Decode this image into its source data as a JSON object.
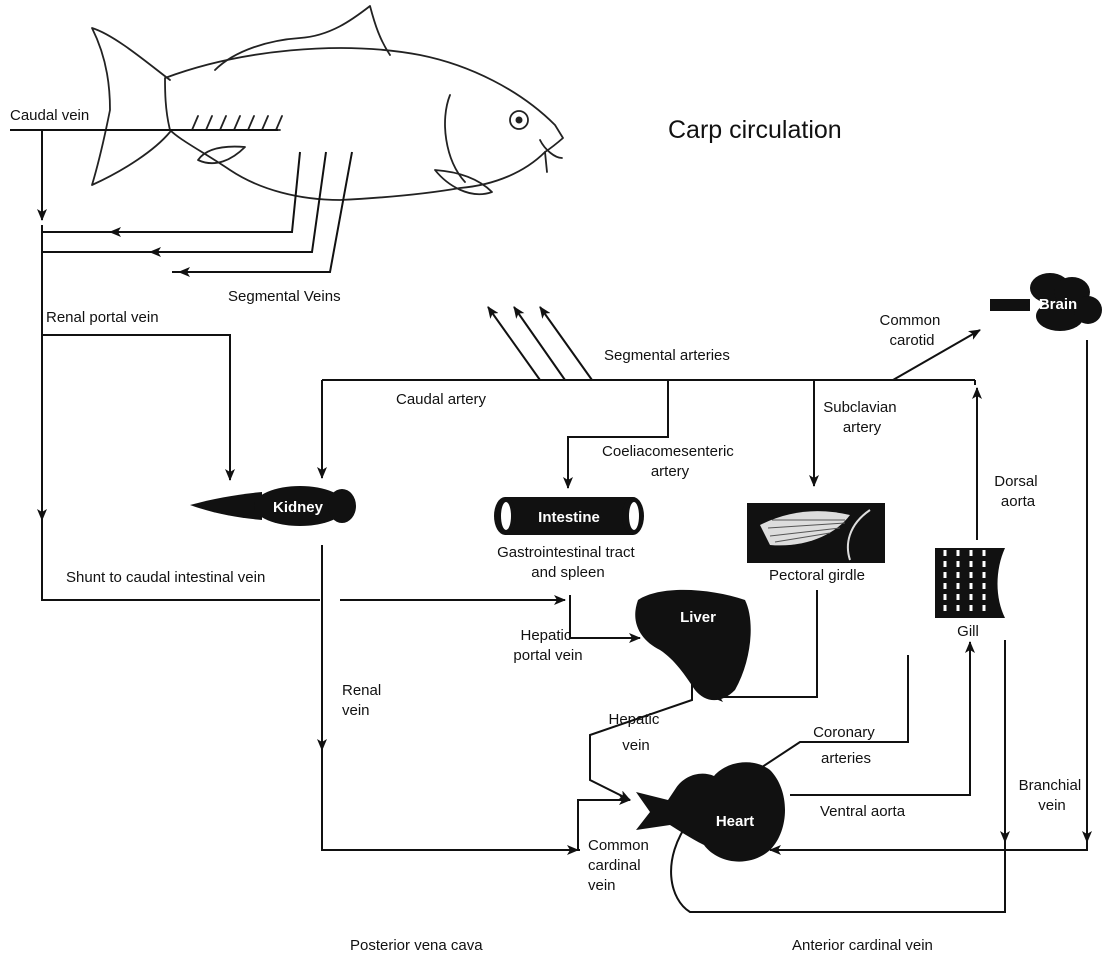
{
  "title": "Carp circulation",
  "organs": {
    "brain": "Brain",
    "kidney": "Kidney",
    "intestine": "Intestine",
    "liver": "Liver",
    "heart": "Heart"
  },
  "labels": {
    "caudal_vein": "Caudal vein",
    "segmental_veins": "Segmental Veins",
    "renal_portal_vein": "Renal portal vein",
    "segmental_arteries": "Segmental arteries",
    "common_carotid": [
      "Common",
      "carotid"
    ],
    "caudal_artery": "Caudal artery",
    "subclavian_artery": [
      "Subclavian",
      "artery"
    ],
    "coeliacomesenteric_artery": [
      "Coeliacomesenteric",
      "artery"
    ],
    "dorsal_aorta": [
      "Dorsal",
      "aorta"
    ],
    "gastrointestinal": [
      "Gastrointestinal tract",
      "and spleen"
    ],
    "pectoral_girdle": "Pectoral girdle",
    "gill": "Gill",
    "shunt": "Shunt to caudal intestinal vein",
    "hepatic_portal_vein": [
      "Hepatic",
      "portal vein"
    ],
    "renal_vein": [
      "Renal",
      "vein"
    ],
    "hepatic_vein": [
      "Hepatic",
      "vein"
    ],
    "coronary_arteries": [
      "Coronary",
      "arteries"
    ],
    "branchial_vein": [
      "Branchial",
      "vein"
    ],
    "ventral_aorta": "Ventral aorta",
    "common_cardinal_vein": [
      "Common",
      "cardinal",
      "vein"
    ],
    "posterior_vena_cava": "Posterior vena cava",
    "anterior_cardinal_vein": "Anterior cardinal vein"
  }
}
